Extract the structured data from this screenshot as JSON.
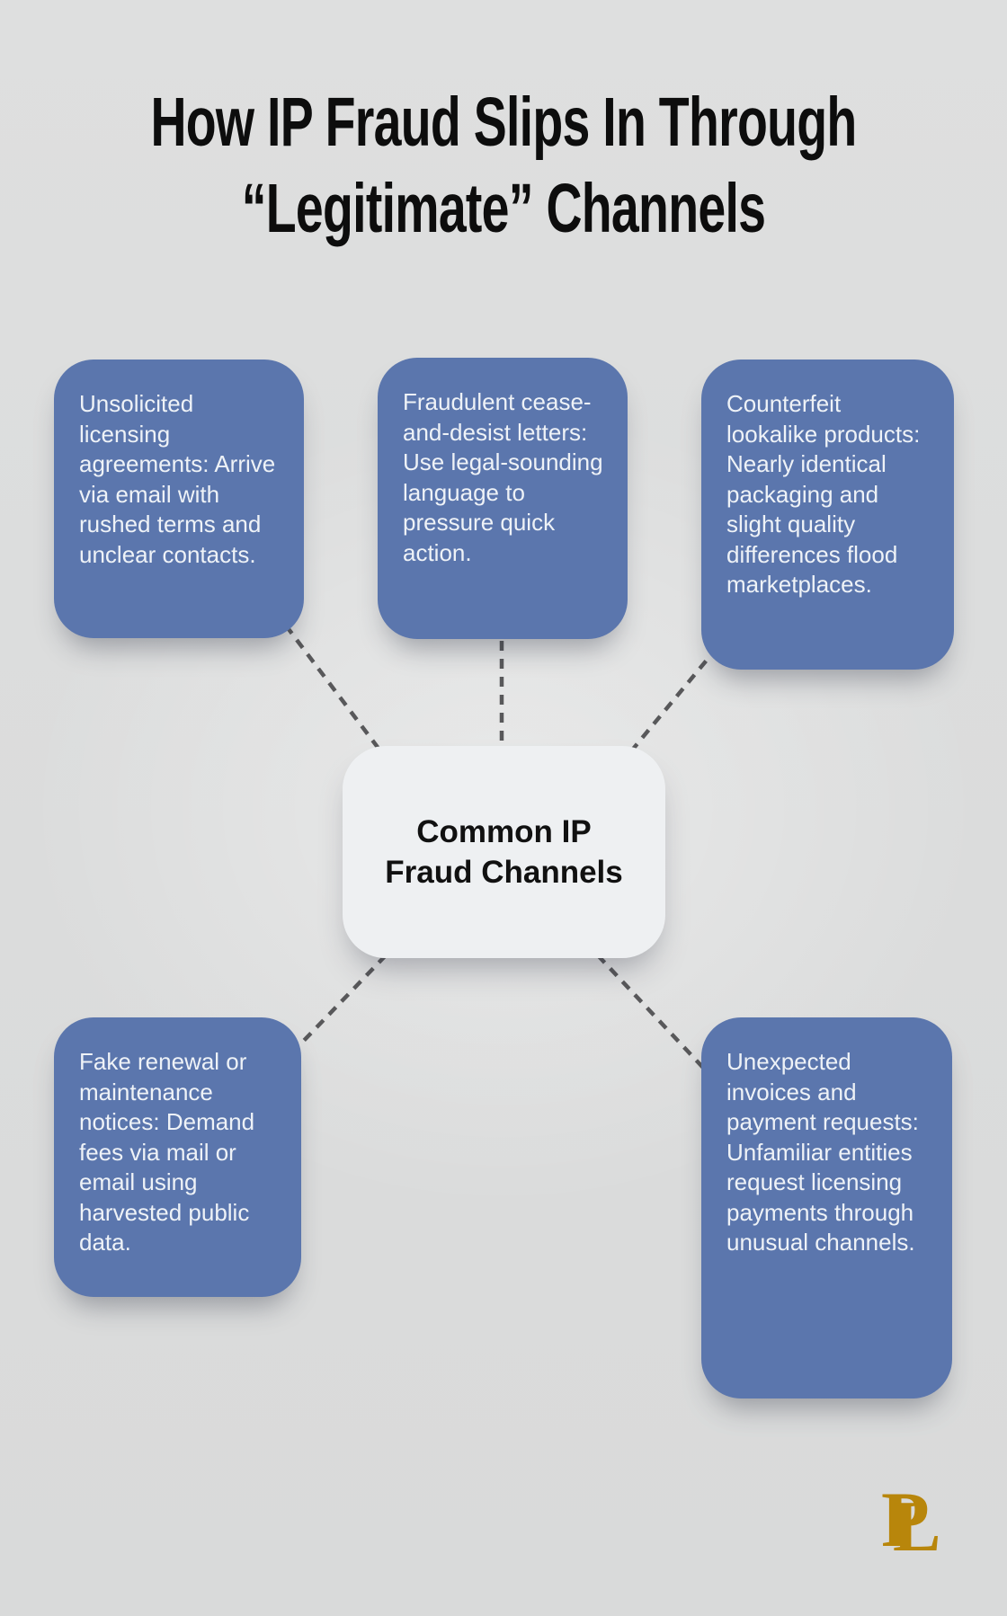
{
  "title": {
    "line1": "How IP Fraud Slips In Through",
    "line2": "“Legitimate” Channels"
  },
  "center": {
    "line1": "Common IP",
    "line2": "Fraud Channels"
  },
  "nodes": [
    {
      "id": "unsolicited-licensing-agreements",
      "text": "Unsolicited licensing agreements: Arrive via email with rushed terms and unclear contacts."
    },
    {
      "id": "fraudulent-cease-and-desist-letters",
      "text": "Fraudulent cease-and-desist letters: Use legal-sounding language to pressure quick action."
    },
    {
      "id": "counterfeit-lookalike-products",
      "text": "Counterfeit lookalike products: Nearly identical packaging and slight quality differences flood marketplaces."
    },
    {
      "id": "fake-renewal-or-maintenance-notices",
      "text": "Fake renewal or maintenance notices: Demand fees via mail or email using harvested public data."
    },
    {
      "id": "unexpected-invoices-and-payment-requests",
      "text": "Unexpected invoices and payment requests: Unfamiliar entities request licensing payments through unusual channels."
    }
  ],
  "brand": {
    "letter_p": "P",
    "letter_l": "L"
  },
  "colors": {
    "background": "#dcdddd",
    "node_fill": "#5b76ad",
    "node_text": "#eef2f7",
    "center_fill": "#eef0f2",
    "center_text": "#111111",
    "connector": "#58585a",
    "title_text": "#0d0d0d",
    "logo_gold": "#b8860b"
  }
}
